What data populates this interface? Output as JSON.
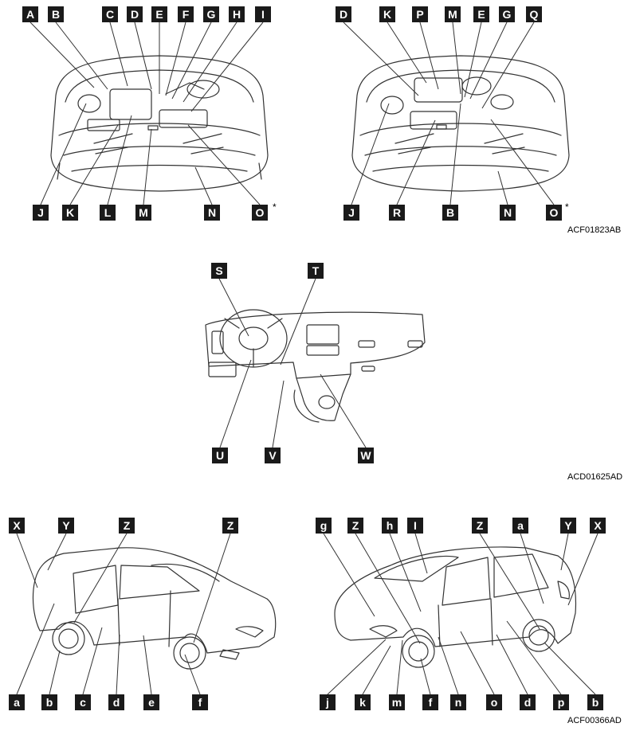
{
  "figures": [
    {
      "name": "engine-compartment",
      "code": "ACF01823AB",
      "labels": [
        "A",
        "B",
        "C",
        "D",
        "E",
        "F",
        "G",
        "H",
        "I",
        "J",
        "K",
        "L",
        "M",
        "N",
        "O",
        "D",
        "K",
        "P",
        "M",
        "E",
        "G",
        "Q",
        "J",
        "R",
        "B",
        "N",
        "O"
      ],
      "footnote_marks": [
        "*",
        "*"
      ]
    },
    {
      "name": "dashboard",
      "code": "ACD01625AD",
      "labels": [
        "S",
        "T",
        "U",
        "V",
        "W"
      ]
    },
    {
      "name": "vehicle-exterior",
      "code": "ACF00366AD",
      "labels": [
        "X",
        "Y",
        "Z",
        "Z",
        "a",
        "b",
        "c",
        "d",
        "e",
        "f",
        "g",
        "Z",
        "h",
        "I",
        "Z",
        "a",
        "Y",
        "X",
        "j",
        "k",
        "m",
        "f",
        "n",
        "o",
        "d",
        "p",
        "b"
      ]
    }
  ],
  "colors": {
    "label_bg": "#1a1a1a",
    "label_fg": "#ffffff",
    "line": "#333333"
  }
}
